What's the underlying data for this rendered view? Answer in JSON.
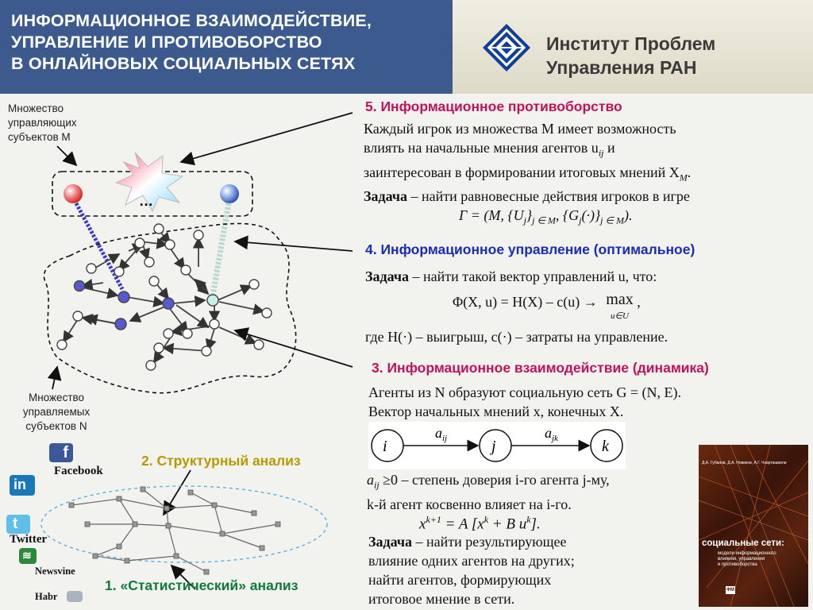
{
  "header": {
    "title_lines": [
      "ИНФОРМАЦИОННОЕ ВЗАИМОДЕЙСТВИЕ,",
      "УПРАВЛЕНИЕ И ПРОТИВОБОРСТВО",
      "В ОНЛАЙНОВЫХ СОЦИАЛЬНЫХ СЕТЯХ"
    ],
    "institute_lines": [
      "Институт Проблем",
      "Управления РАН"
    ]
  },
  "left": {
    "controlling_label": [
      "Множество",
      "управляющих",
      "субъектов M"
    ],
    "ellipsis": "…",
    "controlled_label": [
      "Множество",
      "управляемых",
      "субъектов N"
    ]
  },
  "social": {
    "facebook": "Facebook",
    "twitter": "Twitter",
    "newsvine": "Newsvine",
    "habr": "Habr"
  },
  "sections": {
    "s5": {
      "title": "5. Информационное противоборство",
      "lines": [
        "Каждый игрок из множества M имеет возможность",
        "влиять на начальные мнения агентов u",
        "заинтересован в формировании итоговых мнений X",
        "– найти равновесные действия игроков в игре"
      ],
      "u_sub": "ij",
      "and": " и",
      "x_sub": "M",
      "task_word": "Задача",
      "formula": "Γ = (M, {U",
      "formula_sub1": "j",
      "formula_mid": "}",
      "formula_sub2": "j ∈ M",
      "formula_mid2": ", {G",
      "formula_sub3": "j",
      "formula_mid3": "(·)}",
      "formula_sub4": "j ∈ M",
      "formula_end": ")."
    },
    "s4": {
      "title": "4. Информационное управление (оптимальное)",
      "task_word": "Задача",
      "task_text": "– найти такой вектор управлений u, что:",
      "formula": "Φ(X, u) = H(X) – c(u) →",
      "max": "max",
      "max_sub": "u∈U",
      "comma": ",",
      "where": "где H(·) – выигрыш, c(·) – затраты на управление."
    },
    "s3": {
      "title": "3. Информационное взаимодействие (динамика)",
      "line1": "Агенты из N  образуют социальную сеть G = (N, E).",
      "line2": "Вектор начальных  мнений x, конечных X.",
      "nodes": [
        "i",
        "j",
        "k"
      ],
      "edges": [
        "a",
        "a"
      ],
      "edge_subs": [
        "ij",
        "jk"
      ],
      "a_line_pre": "a",
      "a_line_sub": "ij",
      "a_line_text": " ≥0 – степень доверия i-го агента j-му,",
      "k_line": "k-й агент косвенно влияет на i-го.",
      "dyn_formula": {
        "x": "x",
        "sup1": "k+1",
        "mid": " = A [x",
        "sup2": "k",
        "mid2": " + B u",
        "sup3": "k",
        "end": "]."
      },
      "task_word": "Задача",
      "task_lines": [
        "– найти результирующее",
        "влияние одних агентов на других;",
        "найти агентов, формирующих",
        "итоговое мнение в сети."
      ]
    },
    "s2": {
      "title": "2. Структурный анализ"
    },
    "s1": {
      "title": "1. «Статистический» анализ"
    }
  },
  "book": {
    "authors": "Д.А. Губанов,  Д.А. Новиков,  А.Г. Чхартишвили",
    "title": "социальные сети:",
    "subtitle_lines": [
      "модели информационного",
      "влияния, управления",
      "и противоборства"
    ],
    "publisher_mark": "ФМ"
  },
  "colors": {
    "header_bg": "#3c5a8e",
    "s5": "#c0135a",
    "s4": "#1a2bb8",
    "s3": "#c0135a",
    "s2": "#b89a00",
    "s1": "#0e7a3a"
  }
}
